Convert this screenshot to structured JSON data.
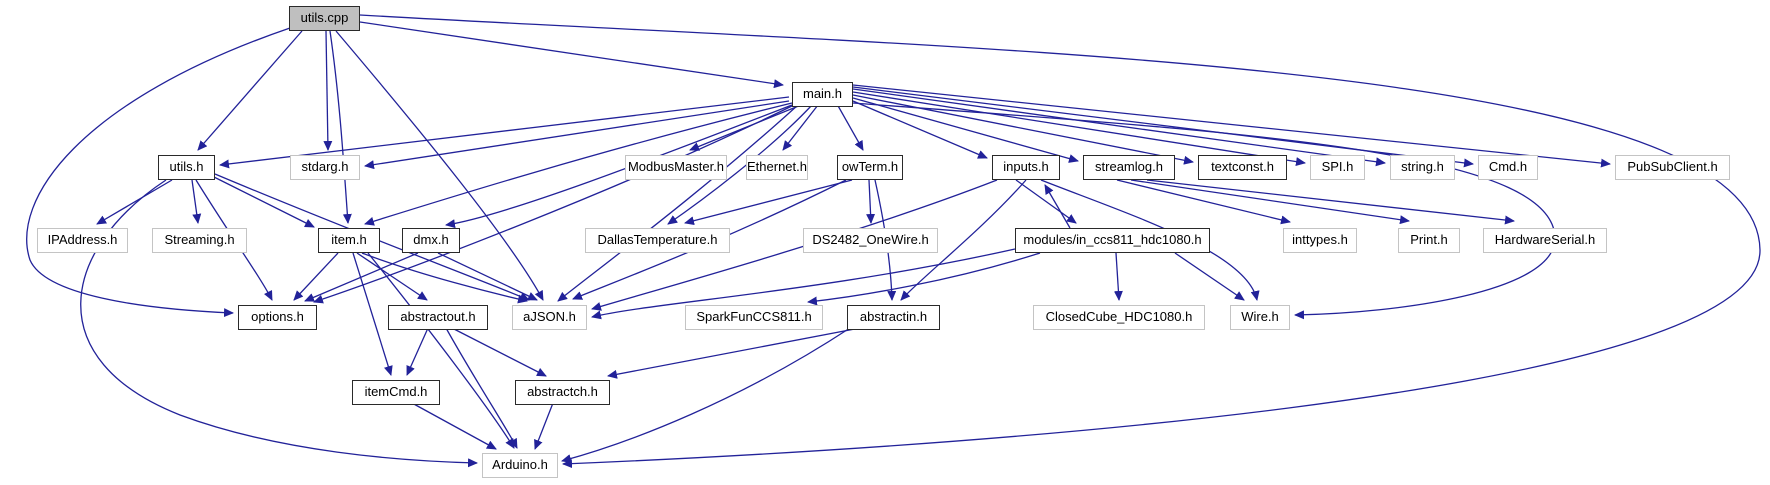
{
  "diagram": {
    "type": "include-dependency-graph",
    "background": "#ffffff",
    "edge_color": "#222299",
    "node_fill": "#ffffff",
    "source_node_fill": "#bfbfbf",
    "internal_border_color": "#2a2a2a",
    "external_border_color": "#c4c4c4",
    "nodes": {
      "utils_cpp": {
        "label": "utils.cpp",
        "kind": "source"
      },
      "main_h": {
        "label": "main.h",
        "kind": "internal"
      },
      "utils_h": {
        "label": "utils.h",
        "kind": "internal"
      },
      "stdarg_h": {
        "label": "stdarg.h",
        "kind": "external"
      },
      "modbusmaster_h": {
        "label": "ModbusMaster.h",
        "kind": "external"
      },
      "ethernet_h": {
        "label": "Ethernet.h",
        "kind": "external"
      },
      "owterm_h": {
        "label": "owTerm.h",
        "kind": "internal"
      },
      "inputs_h": {
        "label": "inputs.h",
        "kind": "internal"
      },
      "streamlog_h": {
        "label": "streamlog.h",
        "kind": "internal"
      },
      "textconst_h": {
        "label": "textconst.h",
        "kind": "internal"
      },
      "spi_h": {
        "label": "SPI.h",
        "kind": "external"
      },
      "string_h": {
        "label": "string.h",
        "kind": "external"
      },
      "cmd_h": {
        "label": "Cmd.h",
        "kind": "external"
      },
      "pubsubclient_h": {
        "label": "PubSubClient.h",
        "kind": "external"
      },
      "ipaddress_h": {
        "label": "IPAddress.h",
        "kind": "external"
      },
      "streaming_h": {
        "label": "Streaming.h",
        "kind": "external"
      },
      "item_h": {
        "label": "item.h",
        "kind": "internal"
      },
      "dmx_h": {
        "label": "dmx.h",
        "kind": "internal"
      },
      "dallastemperature_h": {
        "label": "DallasTemperature.h",
        "kind": "external"
      },
      "ds2482_onewire_h": {
        "label": "DS2482_OneWire.h",
        "kind": "external"
      },
      "modules_in_ccs811_hdc1080_h": {
        "label": "modules/in_ccs811_hdc1080.h",
        "kind": "internal"
      },
      "inttypes_h": {
        "label": "inttypes.h",
        "kind": "external"
      },
      "print_h": {
        "label": "Print.h",
        "kind": "external"
      },
      "hardwareserial_h": {
        "label": "HardwareSerial.h",
        "kind": "external"
      },
      "options_h": {
        "label": "options.h",
        "kind": "internal"
      },
      "abstractout_h": {
        "label": "abstractout.h",
        "kind": "internal"
      },
      "ajson_h": {
        "label": "aJSON.h",
        "kind": "external"
      },
      "sparkfunccs811_h": {
        "label": "SparkFunCCS811.h",
        "kind": "external"
      },
      "abstractin_h": {
        "label": "abstractin.h",
        "kind": "internal"
      },
      "closedcube_hdc1080_h": {
        "label": "ClosedCube_HDC1080.h",
        "kind": "external"
      },
      "wire_h": {
        "label": "Wire.h",
        "kind": "external"
      },
      "itemcmd_h": {
        "label": "itemCmd.h",
        "kind": "internal"
      },
      "abstractch_h": {
        "label": "abstractch.h",
        "kind": "internal"
      },
      "arduino_h": {
        "label": "Arduino.h",
        "kind": "external"
      }
    },
    "edges": [
      [
        "utils_cpp",
        "main_h"
      ],
      [
        "utils_cpp",
        "utils_h"
      ],
      [
        "utils_cpp",
        "stdarg_h"
      ],
      [
        "utils_cpp",
        "item_h"
      ],
      [
        "utils_cpp",
        "options_h"
      ],
      [
        "utils_cpp",
        "aJSON_h"
      ],
      [
        "utils_cpp",
        "arduino_h"
      ],
      [
        "main_h",
        "utils_h"
      ],
      [
        "main_h",
        "stdarg_h"
      ],
      [
        "main_h",
        "modbusmaster_h"
      ],
      [
        "main_h",
        "ethernet_h"
      ],
      [
        "main_h",
        "owterm_h"
      ],
      [
        "main_h",
        "inputs_h"
      ],
      [
        "main_h",
        "streamlog_h"
      ],
      [
        "main_h",
        "textconst_h"
      ],
      [
        "main_h",
        "spi_h"
      ],
      [
        "main_h",
        "string_h"
      ],
      [
        "main_h",
        "cmd_h"
      ],
      [
        "main_h",
        "pubsubclient_h"
      ],
      [
        "main_h",
        "dallastemperature_h"
      ],
      [
        "main_h",
        "item_h"
      ],
      [
        "main_h",
        "dmx_h"
      ],
      [
        "main_h",
        "options_h"
      ],
      [
        "main_h",
        "ajson_h"
      ],
      [
        "main_h",
        "wire_h"
      ],
      [
        "utils_h",
        "ipaddress_h"
      ],
      [
        "utils_h",
        "streaming_h"
      ],
      [
        "utils_h",
        "item_h"
      ],
      [
        "utils_h",
        "options_h"
      ],
      [
        "utils_h",
        "ajson_h"
      ],
      [
        "utils_h",
        "arduino_h"
      ],
      [
        "item_h",
        "options_h"
      ],
      [
        "item_h",
        "ajson_h"
      ],
      [
        "item_h",
        "itemcmd_h"
      ],
      [
        "item_h",
        "abstractout_h"
      ],
      [
        "item_h",
        "arduino_h"
      ],
      [
        "dmx_h",
        "options_h"
      ],
      [
        "dmx_h",
        "ajson_h"
      ],
      [
        "owterm_h",
        "dallastemperature_h"
      ],
      [
        "owterm_h",
        "ds2482_onewire_h"
      ],
      [
        "owterm_h",
        "abstractin_h"
      ],
      [
        "owterm_h",
        "ajson_h"
      ],
      [
        "inputs_h",
        "modules_in_ccs811_hdc1080_h"
      ],
      [
        "inputs_h",
        "ajson_h"
      ],
      [
        "inputs_h",
        "wire_h"
      ],
      [
        "inputs_h",
        "abstractin_h"
      ],
      [
        "modules_in_ccs811_hdc1080_h",
        "inputs_h"
      ],
      [
        "modules_in_ccs811_hdc1080_h",
        "sparkfunccs811_h"
      ],
      [
        "modules_in_ccs811_hdc1080_h",
        "closedcube_hdc1080_h"
      ],
      [
        "modules_in_ccs811_hdc1080_h",
        "wire_h"
      ],
      [
        "modules_in_ccs811_hdc1080_h",
        "ajson_h"
      ],
      [
        "streamlog_h",
        "inttypes_h"
      ],
      [
        "streamlog_h",
        "print_h"
      ],
      [
        "streamlog_h",
        "hardwareserial_h"
      ],
      [
        "abstractout_h",
        "itemcmd_h"
      ],
      [
        "abstractout_h",
        "abstractch_h"
      ],
      [
        "abstractout_h",
        "arduino_h"
      ],
      [
        "abstractin_h",
        "abstractch_h"
      ],
      [
        "abstractin_h",
        "arduino_h"
      ],
      [
        "itemcmd_h",
        "arduino_h"
      ],
      [
        "abstractch_h",
        "arduino_h"
      ]
    ]
  }
}
